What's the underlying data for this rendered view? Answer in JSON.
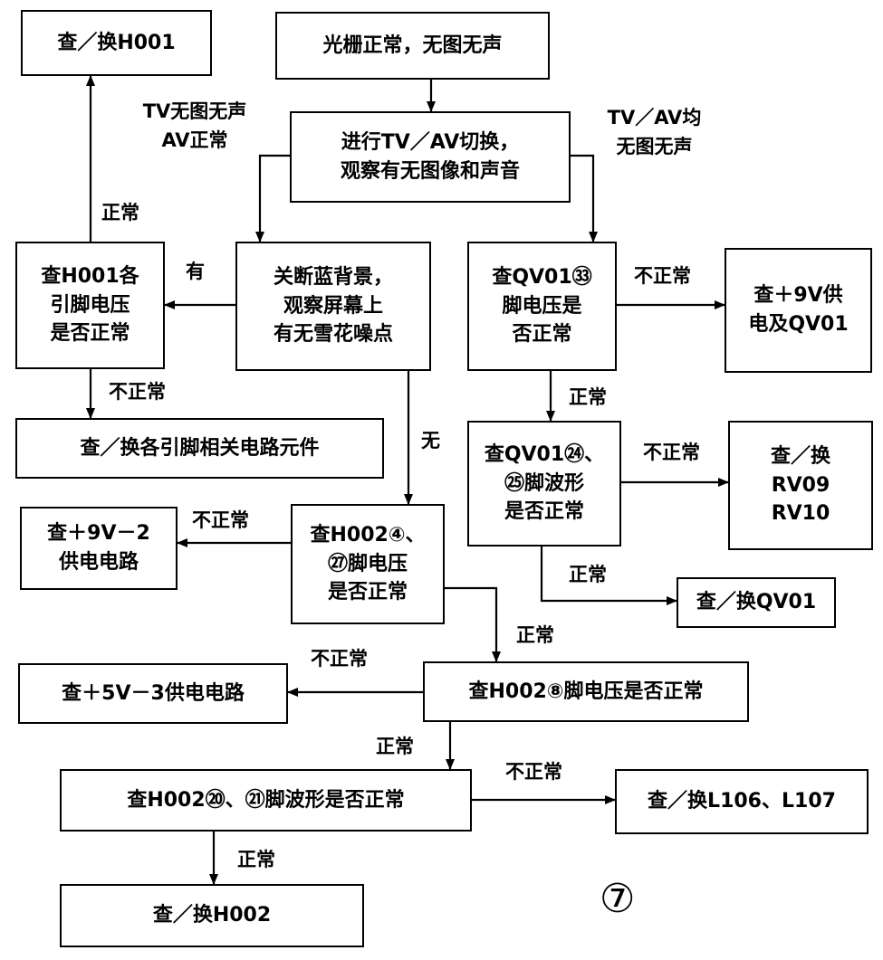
{
  "nodes": {
    "raster_normal": "光栅正常，无图无声",
    "check_h001": "查／换H001",
    "switch_tv_av": "进行TV／AV切换，\n观察有无图像和声音",
    "h001_pins": "查H001各\n引脚电压\n是否正常",
    "blue_bg": "关断蓝背景，\n观察屏幕上\n有无雪花噪点",
    "qv01_pin33": "查QV01㉝\n脚电压是\n否正常",
    "check_9v_qv01": "查＋9V供\n电及QV01",
    "check_pin_parts": "查／换各引脚相关电路元件",
    "qv01_pin24_25": "查QV01㉔、\n㉕脚波形\n是否正常",
    "check_rv": "查／换\nRV09\nRV10",
    "check_9v2": "查＋9V－2\n供电电路",
    "h002_pin4_27": "查H002④、\n㉗脚电压\n是否正常",
    "check_qv01": "查／换QV01",
    "check_5v3": "查＋5V－3供电电路",
    "h002_pin8": "查H002⑧脚电压是否正常",
    "h002_pin20_21": "查H002⑳、㉑脚波形是否正常",
    "check_l106": "查／换L106、L107",
    "check_h002": "查／换H002"
  },
  "labels": {
    "tv_no_av_ok": "TV无图无声\nAV正常",
    "tv_av_both": "TV／AV均\n无图无声",
    "normal_h001": "正常",
    "have": "有",
    "not_normal_9v": "不正常",
    "normal_qv24": "正常",
    "not_normal_parts": "不正常",
    "none": "无",
    "not_normal_rv": "不正常",
    "not_normal_9v2": "不正常",
    "normal_qv01": "正常",
    "normal_h8": "正常",
    "not_normal_5v": "不正常",
    "normal_h20": "正常",
    "not_normal_l106": "不正常",
    "normal_h002": "正常"
  },
  "figure_mark": "⑦"
}
